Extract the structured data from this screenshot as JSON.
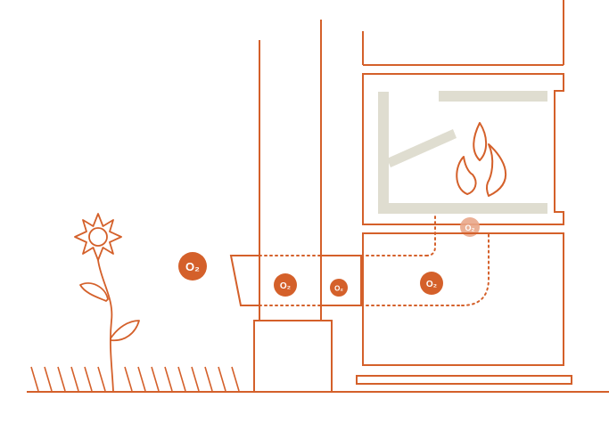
{
  "colors": {
    "stroke": "#d4602a",
    "baffle": "#dfddd0",
    "badge": "#d4602a",
    "badge_faded": "#e9a78a",
    "background": "#ffffff"
  },
  "icons": {
    "flower": "flower-icon",
    "flame": "flame-icon",
    "oxygen": "oxygen-badge"
  },
  "badges": {
    "outside_air": {
      "label": "O₂"
    },
    "duct_inlet": {
      "label": "O₂"
    },
    "duct_middle": {
      "label": "O₂"
    },
    "under_stove": {
      "label": "O₂"
    },
    "firebox_inlet": {
      "label": "O₂"
    }
  }
}
